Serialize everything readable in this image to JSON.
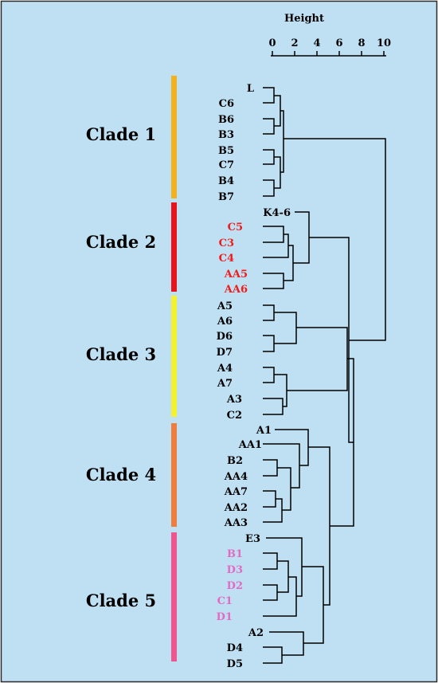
{
  "scale": {
    "title": "Height",
    "ticks": [
      "0",
      "2",
      "4",
      "6",
      "8",
      "10"
    ]
  },
  "clades": [
    {
      "label": "Clade 1",
      "color": "#f2b21e"
    },
    {
      "label": "Clade 2",
      "color": "#e8141b"
    },
    {
      "label": "Clade 3",
      "color": "#f4f22e"
    },
    {
      "label": "Clade 4",
      "color": "#ef7d3c"
    },
    {
      "label": "Clade 5",
      "color": "#f0568e"
    }
  ],
  "leaves": [
    {
      "label": "L",
      "color": "#000000"
    },
    {
      "label": "C6",
      "color": "#000000"
    },
    {
      "label": "B6",
      "color": "#000000"
    },
    {
      "label": "B3",
      "color": "#000000"
    },
    {
      "label": "B5",
      "color": "#000000"
    },
    {
      "label": "C7",
      "color": "#000000"
    },
    {
      "label": "B4",
      "color": "#000000"
    },
    {
      "label": "B7",
      "color": "#000000"
    },
    {
      "label": "K4-6",
      "color": "#000000"
    },
    {
      "label": "C5",
      "color": "#ee1c1c"
    },
    {
      "label": "C3",
      "color": "#ee1c1c"
    },
    {
      "label": "C4",
      "color": "#ee1c1c"
    },
    {
      "label": "AA5",
      "color": "#ee1c1c"
    },
    {
      "label": "AA6",
      "color": "#ee1c1c"
    },
    {
      "label": "A5",
      "color": "#000000"
    },
    {
      "label": "A6",
      "color": "#000000"
    },
    {
      "label": "D6",
      "color": "#000000"
    },
    {
      "label": "D7",
      "color": "#000000"
    },
    {
      "label": "A4",
      "color": "#000000"
    },
    {
      "label": "A7",
      "color": "#000000"
    },
    {
      "label": "A3",
      "color": "#000000"
    },
    {
      "label": "C2",
      "color": "#000000"
    },
    {
      "label": "A1",
      "color": "#000000"
    },
    {
      "label": "AA1",
      "color": "#000000"
    },
    {
      "label": "B2",
      "color": "#000000"
    },
    {
      "label": "AA4",
      "color": "#000000"
    },
    {
      "label": "AA7",
      "color": "#000000"
    },
    {
      "label": "AA2",
      "color": "#000000"
    },
    {
      "label": "AA3",
      "color": "#000000"
    },
    {
      "label": "E3",
      "color": "#000000"
    },
    {
      "label": "B1",
      "color": "#e36ac4"
    },
    {
      "label": "D3",
      "color": "#e36ac4"
    },
    {
      "label": "D2",
      "color": "#e36ac4"
    },
    {
      "label": "C1",
      "color": "#e36ac4"
    },
    {
      "label": "D1",
      "color": "#e36ac4"
    },
    {
      "label": "A2",
      "color": "#000000"
    },
    {
      "label": "D4",
      "color": "#000000"
    },
    {
      "label": "D5",
      "color": "#000000"
    }
  ],
  "colors": {
    "background": "#bfe0f3",
    "border": "#2b2b2b",
    "line": "#000000"
  }
}
